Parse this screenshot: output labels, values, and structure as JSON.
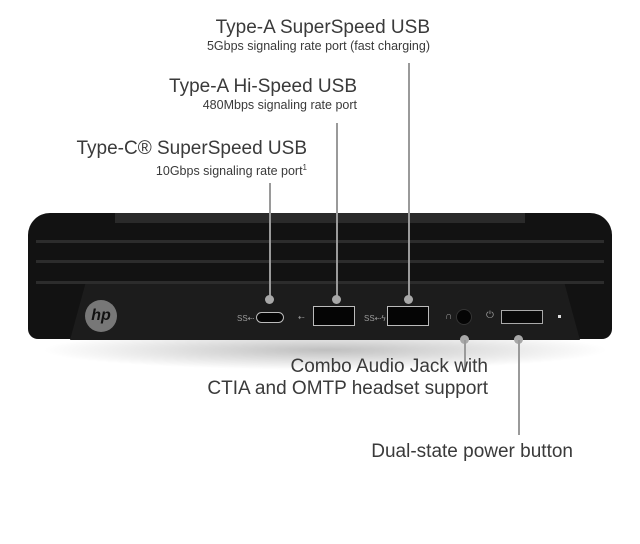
{
  "callouts": {
    "usb_a_ss": {
      "title": "Type-A SuperSpeed USB",
      "subtitle": "5Gbps signaling rate port (fast charging)"
    },
    "usb_a_hs": {
      "title": "Type-A Hi-Speed USB",
      "subtitle": "480Mbps signaling rate port"
    },
    "usb_c": {
      "title": "Type-C® SuperSpeed USB",
      "subtitle": "10Gbps signaling rate port",
      "footnote": "1"
    },
    "audio": {
      "line1": "Combo Audio Jack with",
      "line2": "CTIA and OMTP headset support"
    },
    "power": {
      "title": "Dual-state power button"
    }
  },
  "device": {
    "logo": "hp",
    "port_icons": {
      "ss": "SS",
      "usb": "usb-icon",
      "headset": "headset-icon",
      "power": "power-icon"
    }
  },
  "colors": {
    "device": "#121212",
    "leader": "#9a9a9a",
    "text": "#3a3a3a"
  }
}
